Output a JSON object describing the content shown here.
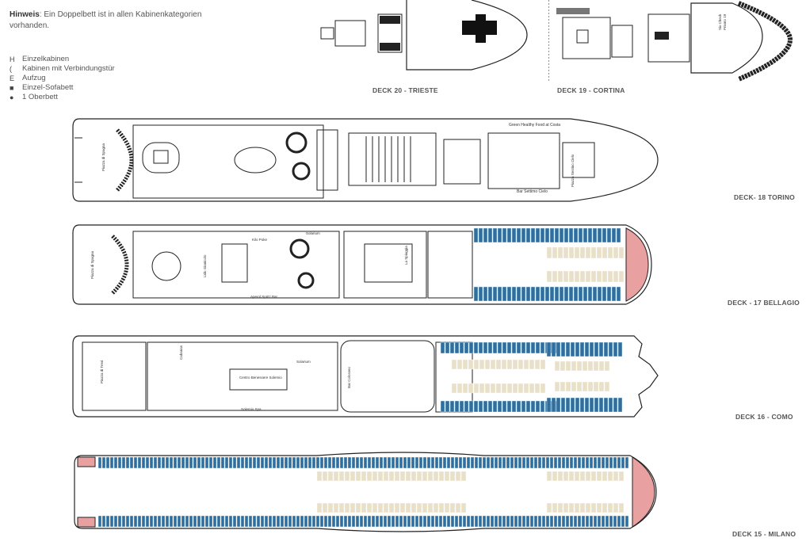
{
  "legend": {
    "note_bold": "Hinweis",
    "note_text": ": Ein Doppelbett ist in allen Kabinenkategorien vorhanden.",
    "items": [
      {
        "symbol": "H",
        "label": "Einzelkabinen"
      },
      {
        "symbol": "(",
        "label": "Kabinen mit Verbindungstür"
      },
      {
        "symbol": "E",
        "label": "Aufzug"
      },
      {
        "symbol": "■",
        "label": "Einzel-Sofabett"
      },
      {
        "symbol": "●",
        "label": "1 Oberbett"
      }
    ]
  },
  "decks": [
    {
      "label": "DECK 20 - TRIESTE"
    },
    {
      "label": "DECK 19 - CORTINA"
    },
    {
      "label": "DECK- 18 TORINO"
    },
    {
      "label": "DECK - 17 BELLAGIO"
    },
    {
      "label": "DECK 16 - COMO"
    },
    {
      "label": "DECK 15 - MILANO"
    }
  ],
  "venues": {
    "d19_sixcheck": "Six Check",
    "d19_privato": "Privato 19",
    "d18_piazza": "Piazza di Spagna",
    "d18_green": "Green Healthy Food at Costa",
    "d18_bar": "Bar Settimo Cielo",
    "d18_sky": "Piazza Sestino Cielo",
    "d17_piazza": "Piazza di Spagna",
    "d17_kilo": "Kilo Poke",
    "d17_solarium": "Solarium",
    "d17_lido": "Lido Gianicolo",
    "d17_aperol": "Aperol Spritz Bar",
    "d17_spiaggia": "La Spiaggia",
    "d16_centro": "Centro Benessere Solemio",
    "d16_solarium": "Solarium",
    "d16_piazza": "Piazza di Trevi",
    "d16_cabanas": "Cabanas",
    "d16_sauna": "Solemio Spa",
    "d16_bar": "Bar Colosseo"
  },
  "colors": {
    "cabin_blue": "#2f6f9f",
    "cabin_dark": "#1d4f78",
    "cabin_inside": "#e8e0c8",
    "suite_red": "#c0392b",
    "suite_pink": "#e9a0a0",
    "line": "#222222"
  }
}
